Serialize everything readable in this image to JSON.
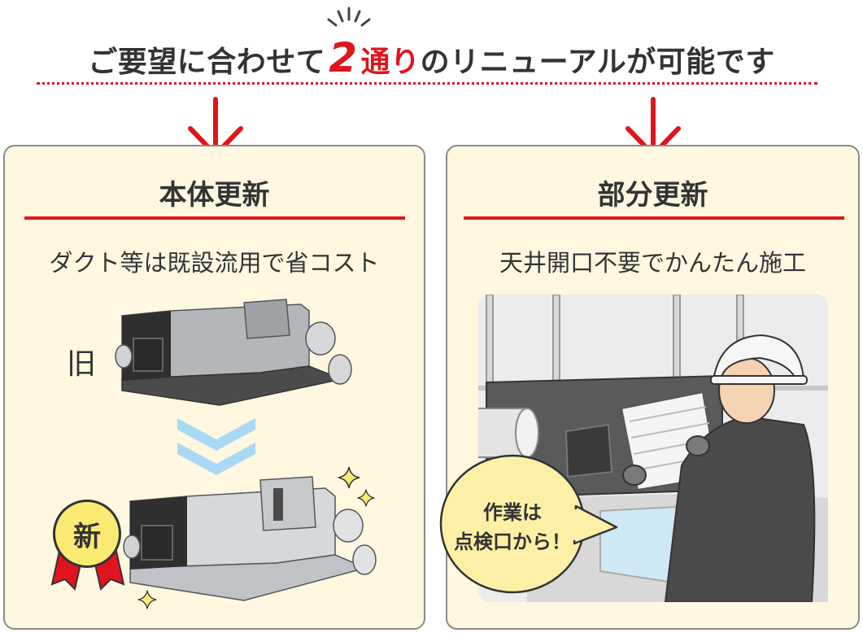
{
  "headline": {
    "pre": "ご要望に合わせて",
    "num": "2",
    "mid": "通り",
    "post": "のリニューアルが可能です"
  },
  "panels": [
    {
      "title": "本体更新",
      "subtitle": "ダクト等は既設流用で省コスト",
      "old_label": "旧",
      "new_label": "新"
    },
    {
      "title": "部分更新",
      "subtitle": "天井開口不要でかんたん施工",
      "bubble_line1": "作業は",
      "bubble_line2": "点検口から！"
    }
  ],
  "colors": {
    "accent_red": "#e0141e",
    "panel_bg": "#fff7e0",
    "panel_border": "#8a8a8a",
    "medal_yellow": "#fbea72",
    "arrow_blue": "#a9d8f5"
  },
  "icons": [
    "sparkle-icon",
    "down-arrow-icon",
    "double-chevron-down-icon",
    "medal-icon",
    "speech-bubble-icon"
  ]
}
